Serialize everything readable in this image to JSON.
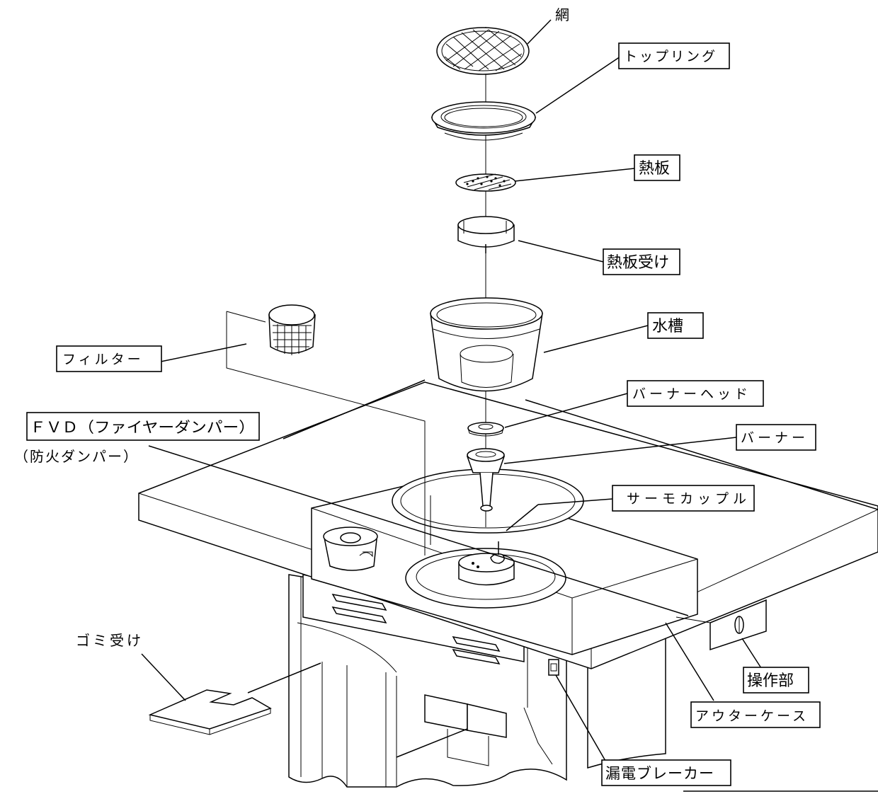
{
  "labels": {
    "net": "網",
    "top_ring": "トップリング",
    "heat_plate": "熱板",
    "heat_plate_holder": "熱板受け",
    "water_tank": "水槽",
    "filter": "フィルター",
    "burner_head": "バーナーヘッド",
    "fvd": "ＦＶＤ（ファイヤーダンパー）",
    "fvd_sub": "（防火ダンパー）",
    "burner": "バーナー",
    "thermocouple": "サーモカップル",
    "dust_tray": "ゴミ受け",
    "control_unit": "操作部",
    "outer_case": "アウターケース",
    "earth_leakage_breaker": "漏電ブレーカー"
  }
}
